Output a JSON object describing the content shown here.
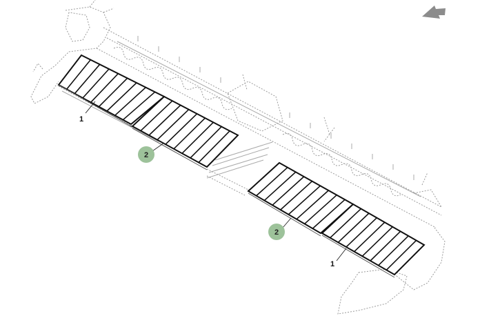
{
  "colors": {
    "callout_fill": "#9dc29a",
    "arrow": "#8c8c8c",
    "panel_stroke": "#111111",
    "ghost_stroke": "#9a9a9a"
  },
  "nav_icon": "back-arrow-icon",
  "labels": {
    "part_1_left": "1",
    "part_1_right": "1"
  },
  "callouts": {
    "part_2_left": "2",
    "part_2_right": "2"
  }
}
